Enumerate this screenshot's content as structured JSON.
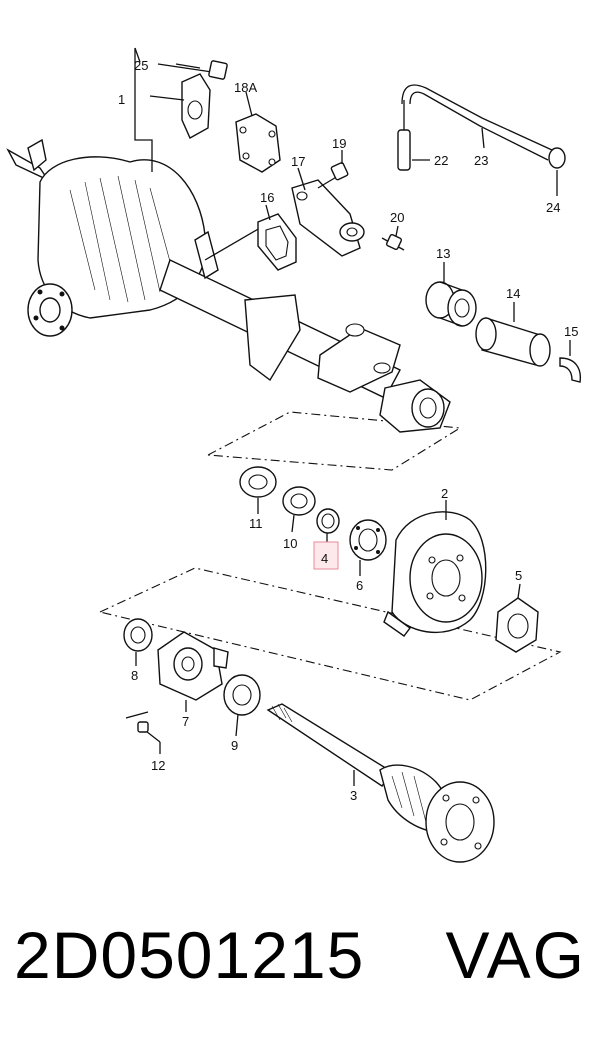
{
  "callouts": {
    "c1": "1",
    "c2": "2",
    "c3": "3",
    "c4": "4",
    "c5": "5",
    "c6": "6",
    "c7": "7",
    "c8": "8",
    "c9": "9",
    "c10": "10",
    "c11": "11",
    "c12": "12",
    "c13": "13",
    "c14": "14",
    "c15": "15",
    "c16": "16",
    "c17": "17",
    "c18a": "18A",
    "c19": "19",
    "c20": "20",
    "c22": "22",
    "c23": "23",
    "c24": "24",
    "c25": "25"
  },
  "highlighted_callout": "4",
  "highlight_color": "#e88a9a",
  "footer": {
    "part_number": "2D0501215",
    "brand": "VAG"
  }
}
